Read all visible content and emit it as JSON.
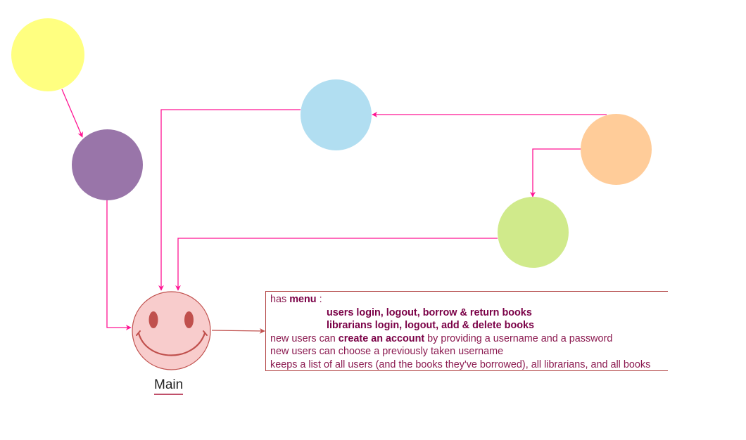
{
  "nodes": [
    {
      "name": "yellow-node",
      "color": "#ffff80"
    },
    {
      "name": "purple-node",
      "color": "#9975a9"
    },
    {
      "name": "blue-node",
      "color": "#b1def1"
    },
    {
      "name": "orange-node",
      "color": "#ffcc99"
    },
    {
      "name": "green-node",
      "color": "#d0ea8b"
    }
  ],
  "colors": {
    "connector": "#ff1493",
    "note_border": "#b04040",
    "smiley_fill": "#f8cccc",
    "smiley_stroke": "#c0504d"
  },
  "main": {
    "label": "Main"
  },
  "note": {
    "menu_prefix": "has",
    "menu_word": "menu",
    "menu_suffix": " :",
    "menu_item_1": "users login, logout, borrow & return books",
    "menu_item_2": "librarians login, logout, add & delete books",
    "create_prefix": "new users can",
    "create_bold": "create an account",
    "create_suffix": "by providing a username and a password",
    "line_choose": "new users can choose a previously taken username",
    "line_keeps": "keeps a list of all users (and the books they've borrowed), all librarians, and all books"
  }
}
